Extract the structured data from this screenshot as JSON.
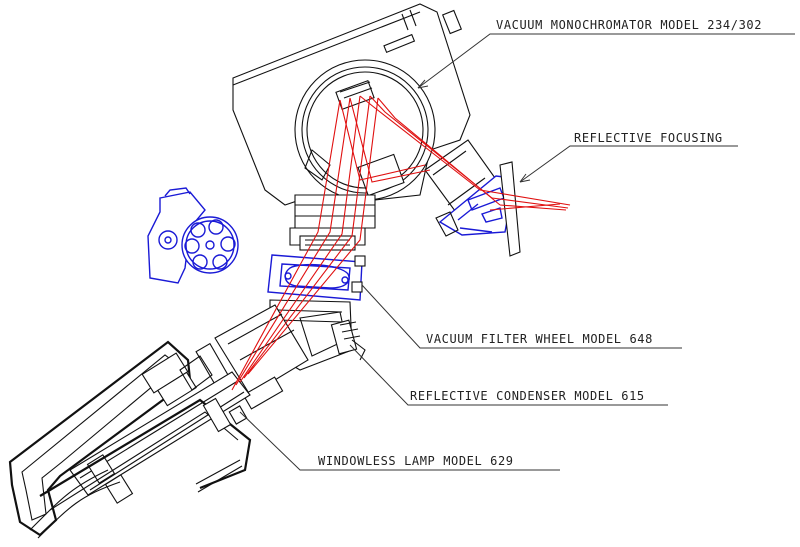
{
  "labels": {
    "monochromator": "VACUUM MONOCHROMATOR MODEL 234/302",
    "focusing": "REFLECTIVE FOCUSING",
    "filter_wheel": "VACUUM FILTER WHEEL MODEL 648",
    "condenser": "REFLECTIVE CONDENSER MODEL 615",
    "lamp": "WINDOWLESS LAMP MODEL 629"
  },
  "colors": {
    "outline": "#111111",
    "accessory": "#1a1ad6",
    "beam": "#e01010",
    "text": "#222222"
  }
}
